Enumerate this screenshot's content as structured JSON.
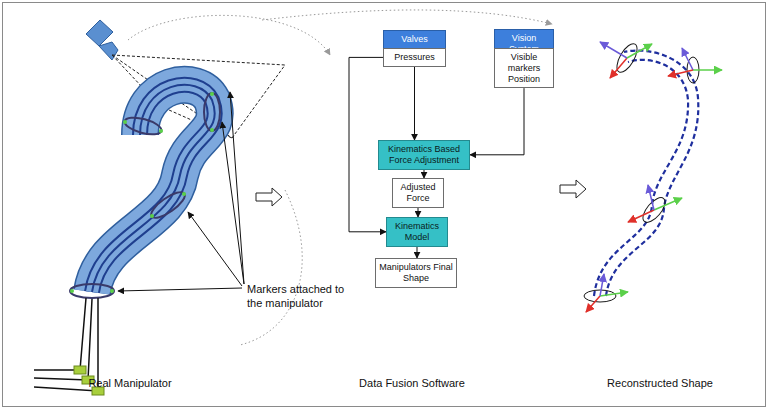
{
  "diagram": {
    "nodes": [
      {
        "text": [
          "Valves"
        ]
      },
      {
        "text": [
          "Pressures"
        ]
      },
      {
        "text": [
          "Vision System"
        ]
      },
      {
        "text": [
          "Visible markers Position"
        ]
      },
      {
        "text": [
          "Kinematics Based Force Adjustment"
        ]
      },
      {
        "text": [
          "Adjusted Force"
        ]
      },
      {
        "text": [
          "Kinematics Model"
        ]
      },
      {
        "text": [
          "Manipulators Final Shape"
        ]
      }
    ],
    "edges": [
      {
        "from": 0,
        "to": 1,
        "arrow": "none"
      },
      {
        "from": 2,
        "to": 3,
        "arrow": "none"
      },
      {
        "from": 1,
        "to": 4,
        "arrow": "to"
      },
      {
        "from": 3,
        "to": 4,
        "arrow": "to"
      },
      {
        "from": 4,
        "to": 5,
        "arrow": "to"
      },
      {
        "from": 5,
        "to": 6,
        "arrow": "to"
      },
      {
        "from": 1,
        "to": 6,
        "arrow": "to"
      },
      {
        "from": 6,
        "to": 7,
        "arrow": "to"
      }
    ],
    "labels": [
      "Markers attached to the manipulator",
      "Real Manipulator",
      "Data Fusion Software",
      "Reconstructed Shape"
    ]
  }
}
